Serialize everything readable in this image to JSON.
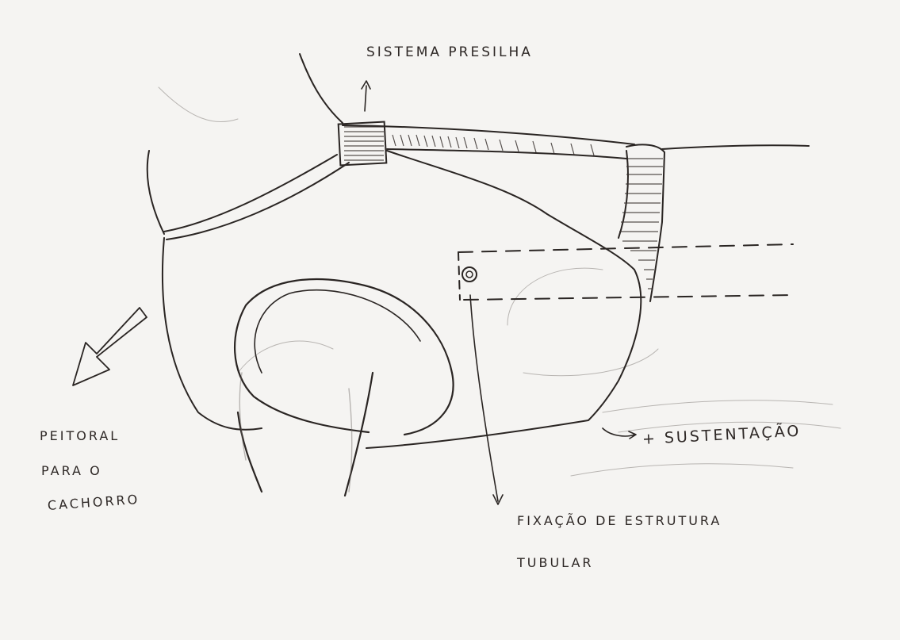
{
  "annotations": {
    "sistema_presilha": "SISTEMA PRESILHA",
    "peitoral_line1": "PEITORAL",
    "peitoral_line2": "PARA O",
    "peitoral_line3": "CACHORRO",
    "sustentacao": "+ SUSTENTAÇÃO",
    "fixacao_line1": "FIXAÇÃO DE ESTRUTURA",
    "fixacao_line2": "TUBULAR"
  },
  "colors": {
    "paper": "#f5f4f2",
    "ink": "#2a2523"
  }
}
